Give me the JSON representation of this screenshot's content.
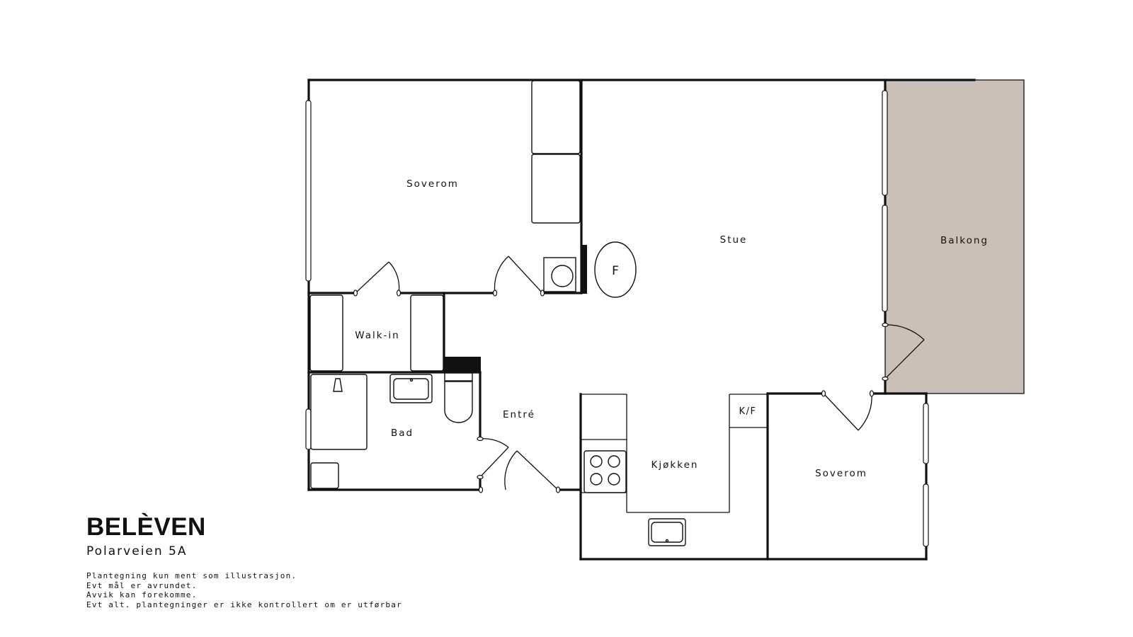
{
  "rooms": {
    "bedroom_1": "Soverom",
    "living_room": "Stue",
    "balcony": "Balkong",
    "walk_in": "Walk-in",
    "bathroom": "Bad",
    "hallway": "Entré",
    "kitchen": "Kjøkken",
    "bedroom_2": "Soverom",
    "fridge_freezer": "K/F",
    "fireplace": "F"
  },
  "brand": {
    "name": "BELÈVEN",
    "address": "Polarveien 5A"
  },
  "disclaimer": [
    "Plantegning kun ment som illustrasjon.",
    "Evt mål er avrundet.",
    "Avvik kan forekomme.",
    "Evt alt. plantegninger er ikke kontrollert om er utførbar"
  ],
  "colors": {
    "balcony_fill": "#cbc0b7",
    "line": "#111111",
    "background": "#ffffff"
  }
}
